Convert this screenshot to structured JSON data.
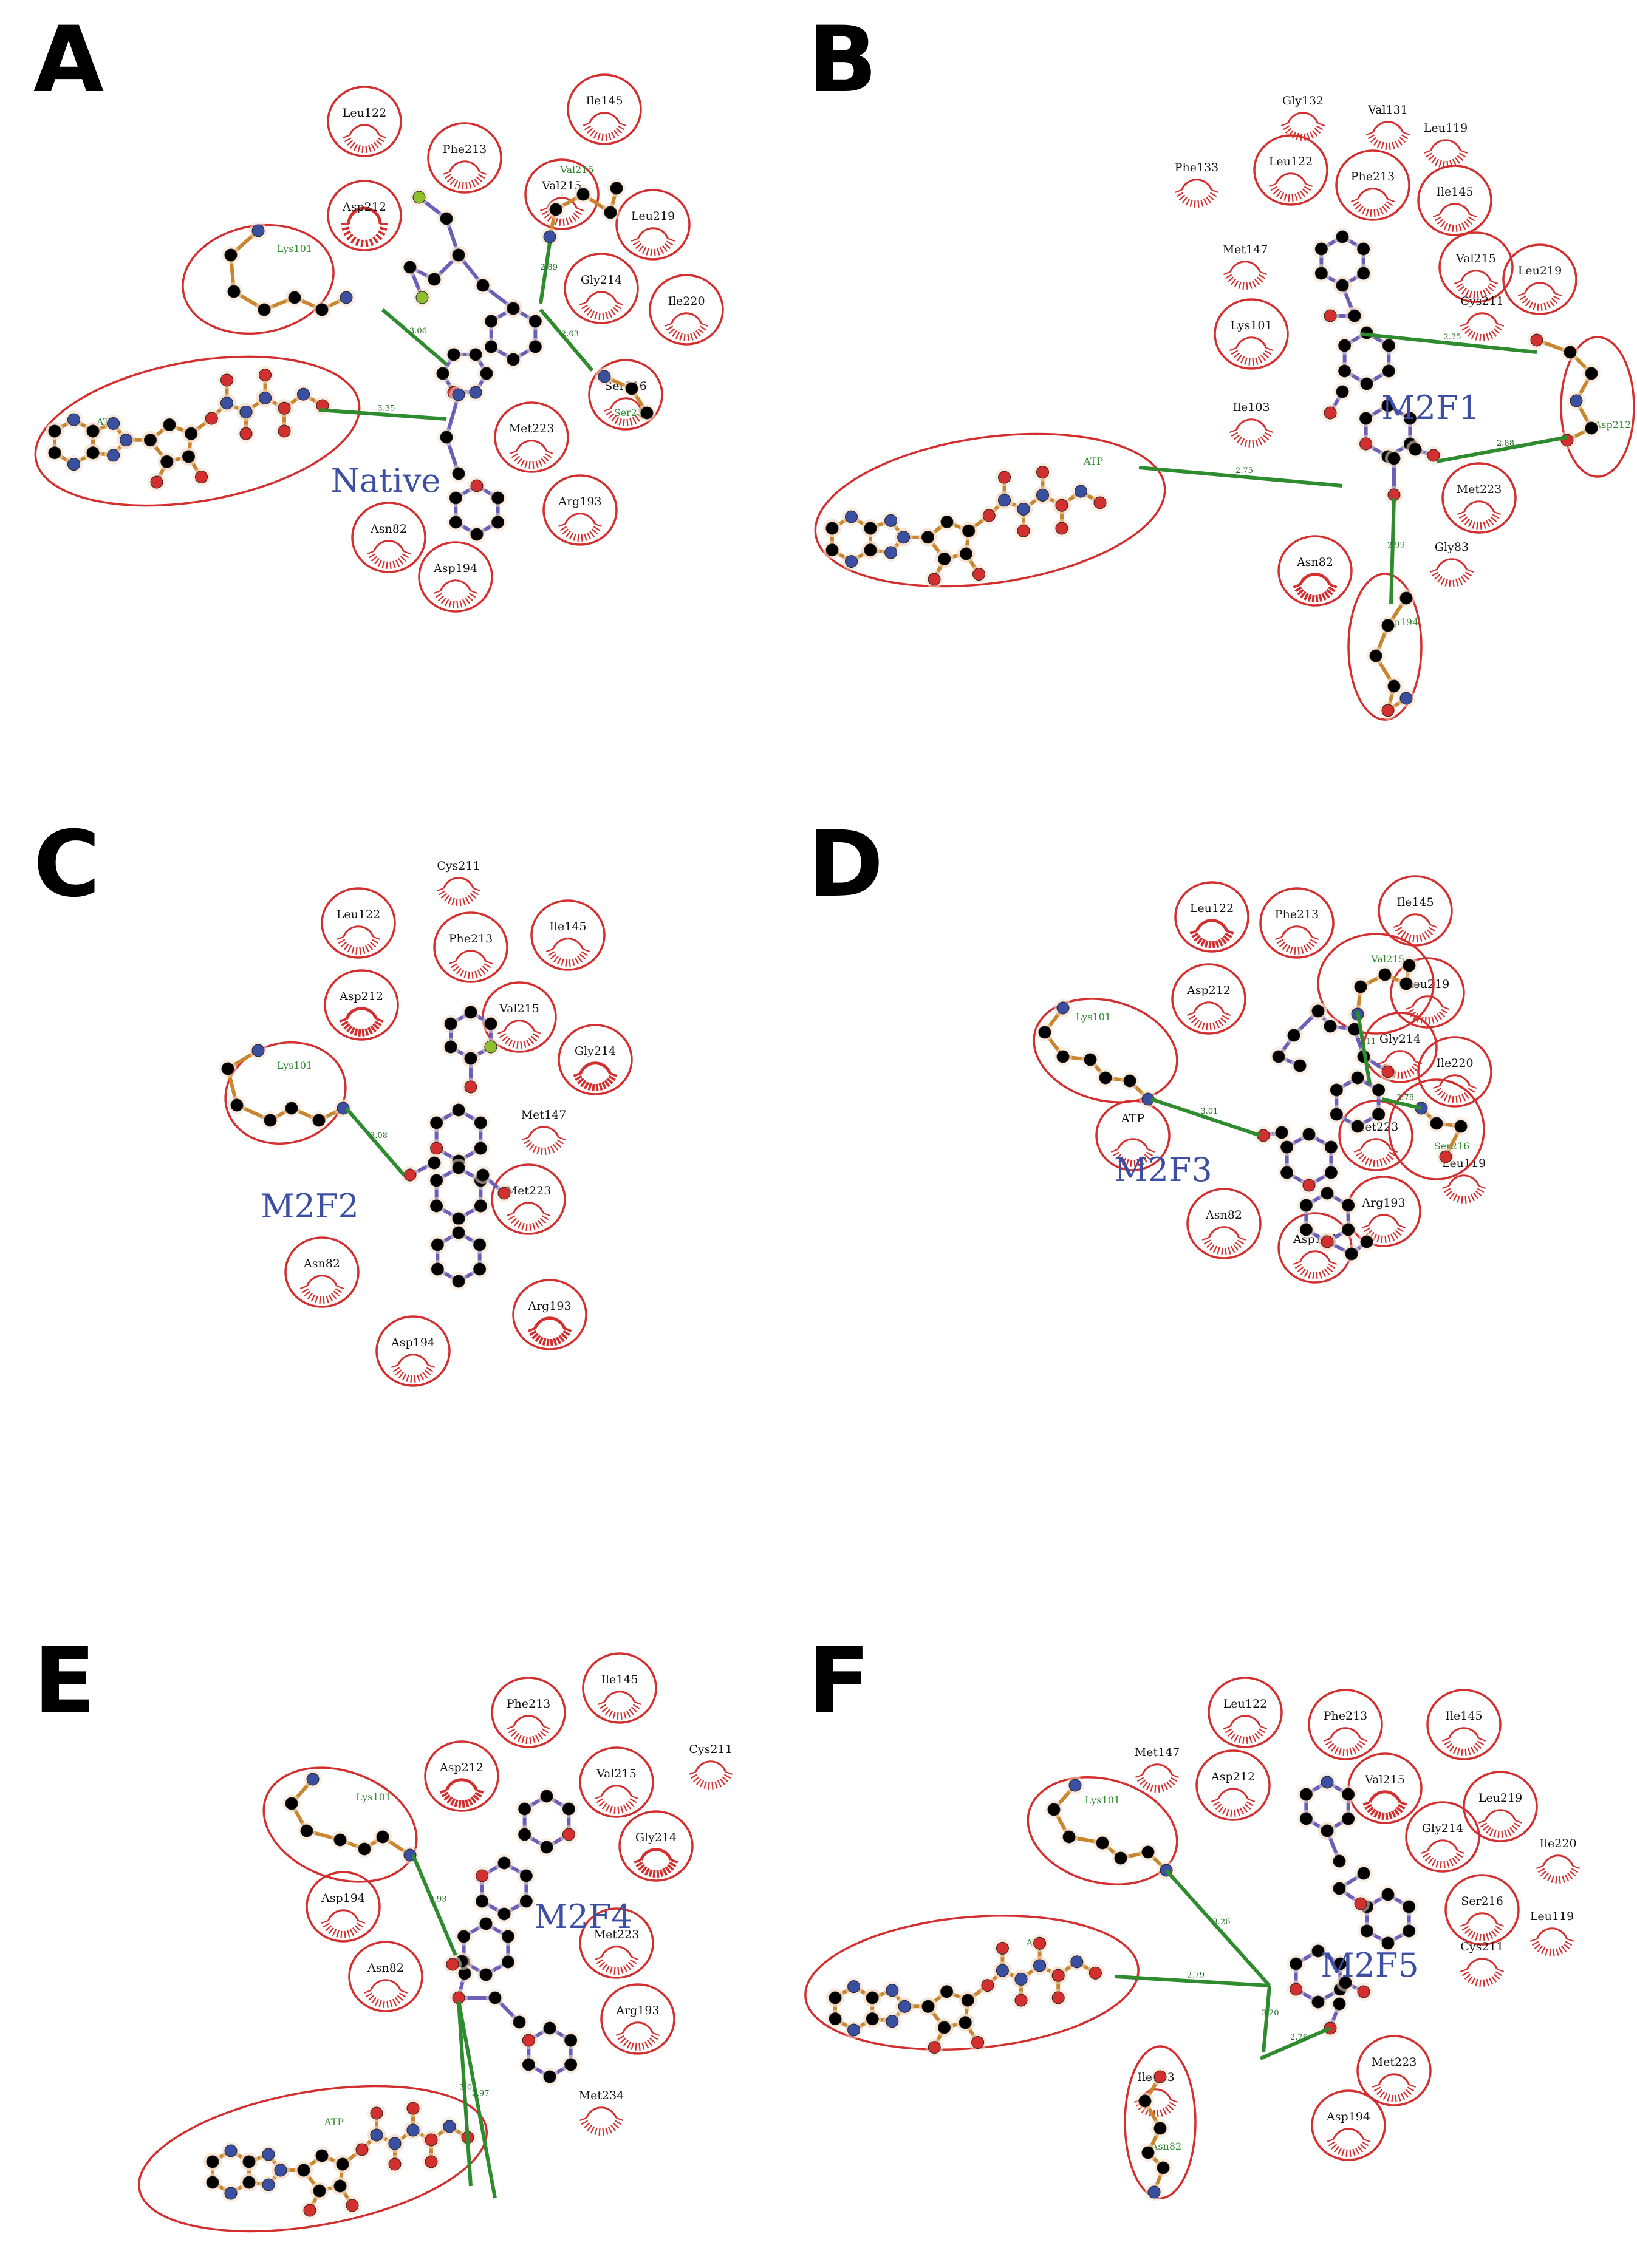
{
  "panels": [
    {
      "letter": "A",
      "ligand": "Native",
      "residues": [
        "Leu122",
        "Phe213",
        "Ile145",
        "Asp212",
        "Val215",
        "Leu219",
        "Gly214",
        "Ile220",
        "Ser216",
        "Met223",
        "Arg193",
        "Asn82",
        "Asp194"
      ],
      "bonded_groups": [
        "Lys101",
        "ATP",
        "Val215",
        "Ser216"
      ],
      "distances": [
        "3.06",
        "3.35",
        "2.89",
        "2.63"
      ]
    },
    {
      "letter": "B",
      "ligand": "M2F1",
      "residues": [
        "Gly132",
        "Val131",
        "Leu119",
        "Phe133",
        "Leu122",
        "Phe213",
        "Ile145",
        "Met147",
        "Val215",
        "Leu219",
        "Cys211",
        "Lys101",
        "Ile103",
        "Met223",
        "Gly83",
        "Asn82"
      ],
      "bonded_groups": [
        "ATP",
        "Asp212",
        "Asp194"
      ],
      "distances": [
        "2.75",
        "2.88",
        "2.75",
        "2.99"
      ]
    },
    {
      "letter": "C",
      "ligand": "M2F2",
      "residues": [
        "Cys211",
        "Leu122",
        "Phe213",
        "Ile145",
        "Asp212",
        "Val215",
        "Gly214",
        "Met147",
        "Met223",
        "Asn82",
        "Arg193",
        "Asp194"
      ],
      "bonded_groups": [
        "Lys101"
      ],
      "distances": [
        "3.08"
      ]
    },
    {
      "letter": "D",
      "ligand": "M2F3",
      "residues": [
        "Leu122",
        "Phe213",
        "Ile145",
        "Asp212",
        "Leu219",
        "Gly214",
        "Ile220",
        "ATP",
        "Met223",
        "Leu119",
        "Asn82",
        "Arg193",
        "Asp194"
      ],
      "bonded_groups": [
        "Lys101",
        "Val215",
        "Ser216"
      ],
      "distances": [
        "3.11",
        "3.01",
        "2.78"
      ]
    },
    {
      "letter": "E",
      "ligand": "M2F4",
      "residues": [
        "Ile145",
        "Phe213",
        "Asp212",
        "Val215",
        "Cys211",
        "Gly214",
        "Asp194",
        "Met223",
        "Asn82",
        "Arg193",
        "Met234"
      ],
      "bonded_groups": [
        "Lys101",
        "ATP"
      ],
      "distances": [
        "2.93",
        "3.01",
        "2.97"
      ]
    },
    {
      "letter": "F",
      "ligand": "M2F5",
      "residues": [
        "Leu122",
        "Phe213",
        "Ile145",
        "Met147",
        "Asp212",
        "Val215",
        "Leu219",
        "Gly214",
        "Ile220",
        "Ser216",
        "Leu119",
        "Cys211",
        "Met223",
        "Ile103",
        "Asp194"
      ],
      "bonded_groups": [
        "Lys101",
        "ATP",
        "Asn82"
      ],
      "distances": [
        "3.26",
        "2.79",
        "3.20",
        "2.76"
      ]
    }
  ],
  "colors": {
    "ligand_bond": "#6b5fb8",
    "residue_bond": "#c9862e",
    "hbond": "#2e8b2e",
    "circle": "#d42f2f",
    "carbon": "#000000",
    "oxygen": "#d42f2f",
    "nitrogen": "#3b4fa0",
    "fluorine": "#8fbf2f"
  }
}
